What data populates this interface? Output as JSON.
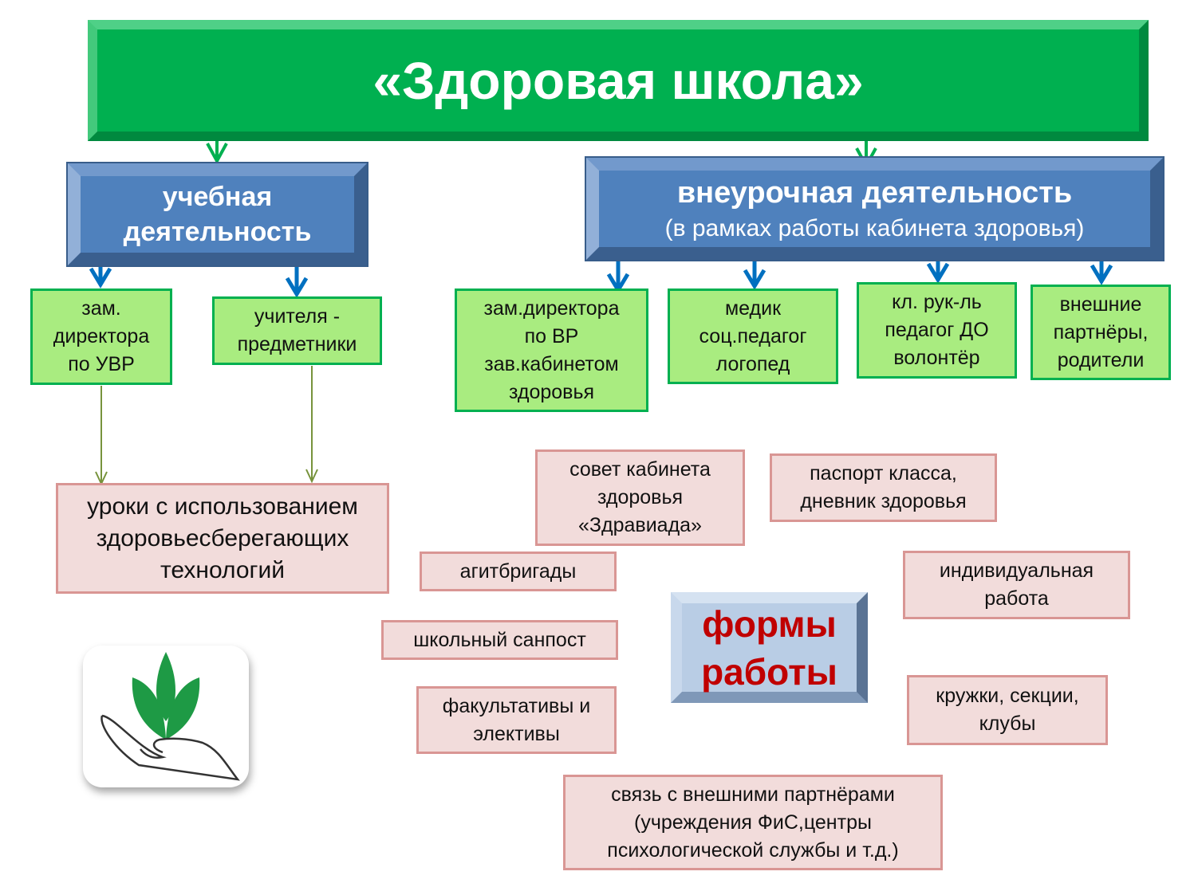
{
  "title": "«Здоровая школа»",
  "branches": {
    "academic": {
      "lines": [
        "учебная",
        "деятельность"
      ]
    },
    "extracurricular": {
      "line1": "внеурочная деятельность",
      "line2": "(в рамках работы кабинета здоровья)"
    }
  },
  "roles": [
    {
      "lines": [
        "зам.",
        "директора",
        "по УВР"
      ]
    },
    {
      "lines": [
        "учителя -",
        "предметники"
      ]
    },
    {
      "lines": [
        "зам.директора",
        "по ВР",
        "зав.кабинетом",
        "здоровья"
      ]
    },
    {
      "lines": [
        "медик",
        "соц.педагог",
        "логопед"
      ]
    },
    {
      "lines": [
        "кл. рук-ль",
        "педагог ДО",
        "волонтёр"
      ]
    },
    {
      "lines": [
        "внешние",
        "партнёры,",
        "родители"
      ]
    }
  ],
  "lessons": {
    "lines": [
      "уроки с использованием",
      "здоровьесберегающих",
      "технологий"
    ]
  },
  "forms_center": {
    "lines": [
      "формы",
      "работы"
    ]
  },
  "forms": [
    {
      "lines": [
        "совет кабинета",
        "здоровья",
        "«Здравиада»"
      ]
    },
    {
      "lines": [
        "паспорт класса,",
        "дневник здоровья"
      ]
    },
    {
      "lines": [
        "агитбригады"
      ]
    },
    {
      "lines": [
        "индивидуальная",
        "работа"
      ]
    },
    {
      "lines": [
        "школьный санпост"
      ]
    },
    {
      "lines": [
        "факультативы и",
        "элективы"
      ]
    },
    {
      "lines": [
        "кружки, секции,",
        "клубы"
      ]
    },
    {
      "lines": [
        "связь с внешними партнёрами",
        "(учреждения ФиС,центры",
        "психологической службы и т.д.)"
      ]
    }
  ],
  "colors": {
    "title_green": "#00b050",
    "branch_blue": "#4f81bd",
    "role_green": "#a9ec80",
    "form_pink": "#f2dcdb",
    "forms_red": "#c00000"
  }
}
